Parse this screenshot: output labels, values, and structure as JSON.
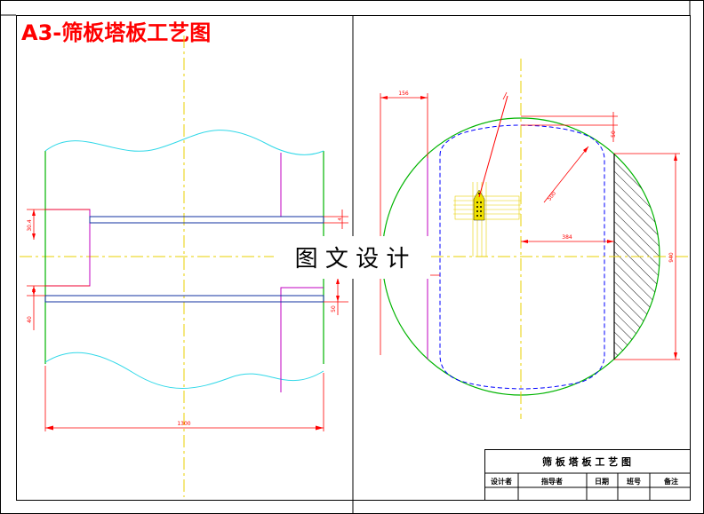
{
  "sheet_title": "A3-筛板塔板工艺图",
  "watermark": "图 文 设 计",
  "left_view": {
    "dim_width": "1300",
    "dim_left_upper": "30.4",
    "dim_left_lower": "40",
    "dim_right_upper": "4",
    "dim_right_lower": "50"
  },
  "right_view": {
    "dim_top_left": "156",
    "dim_top_right": "50",
    "dim_radius": "500",
    "dim_center_right": "384",
    "dim_chord": "940"
  },
  "title_block": {
    "name": "筛 板 塔 板 工 艺 图",
    "designer": "设计者",
    "instructor": "指导者",
    "date": "日期",
    "class_no": "班号",
    "remarks": "备注"
  },
  "colors": {
    "title": "#ff0000",
    "frame": "#000000",
    "plate_wall": "#00b400",
    "wave": "#30d8e8",
    "weir": "#c000c0",
    "center_line": "#e8d000",
    "dimension": "#ff0000",
    "downcomer_outline": "#0000ff",
    "hatch": "#000000"
  }
}
